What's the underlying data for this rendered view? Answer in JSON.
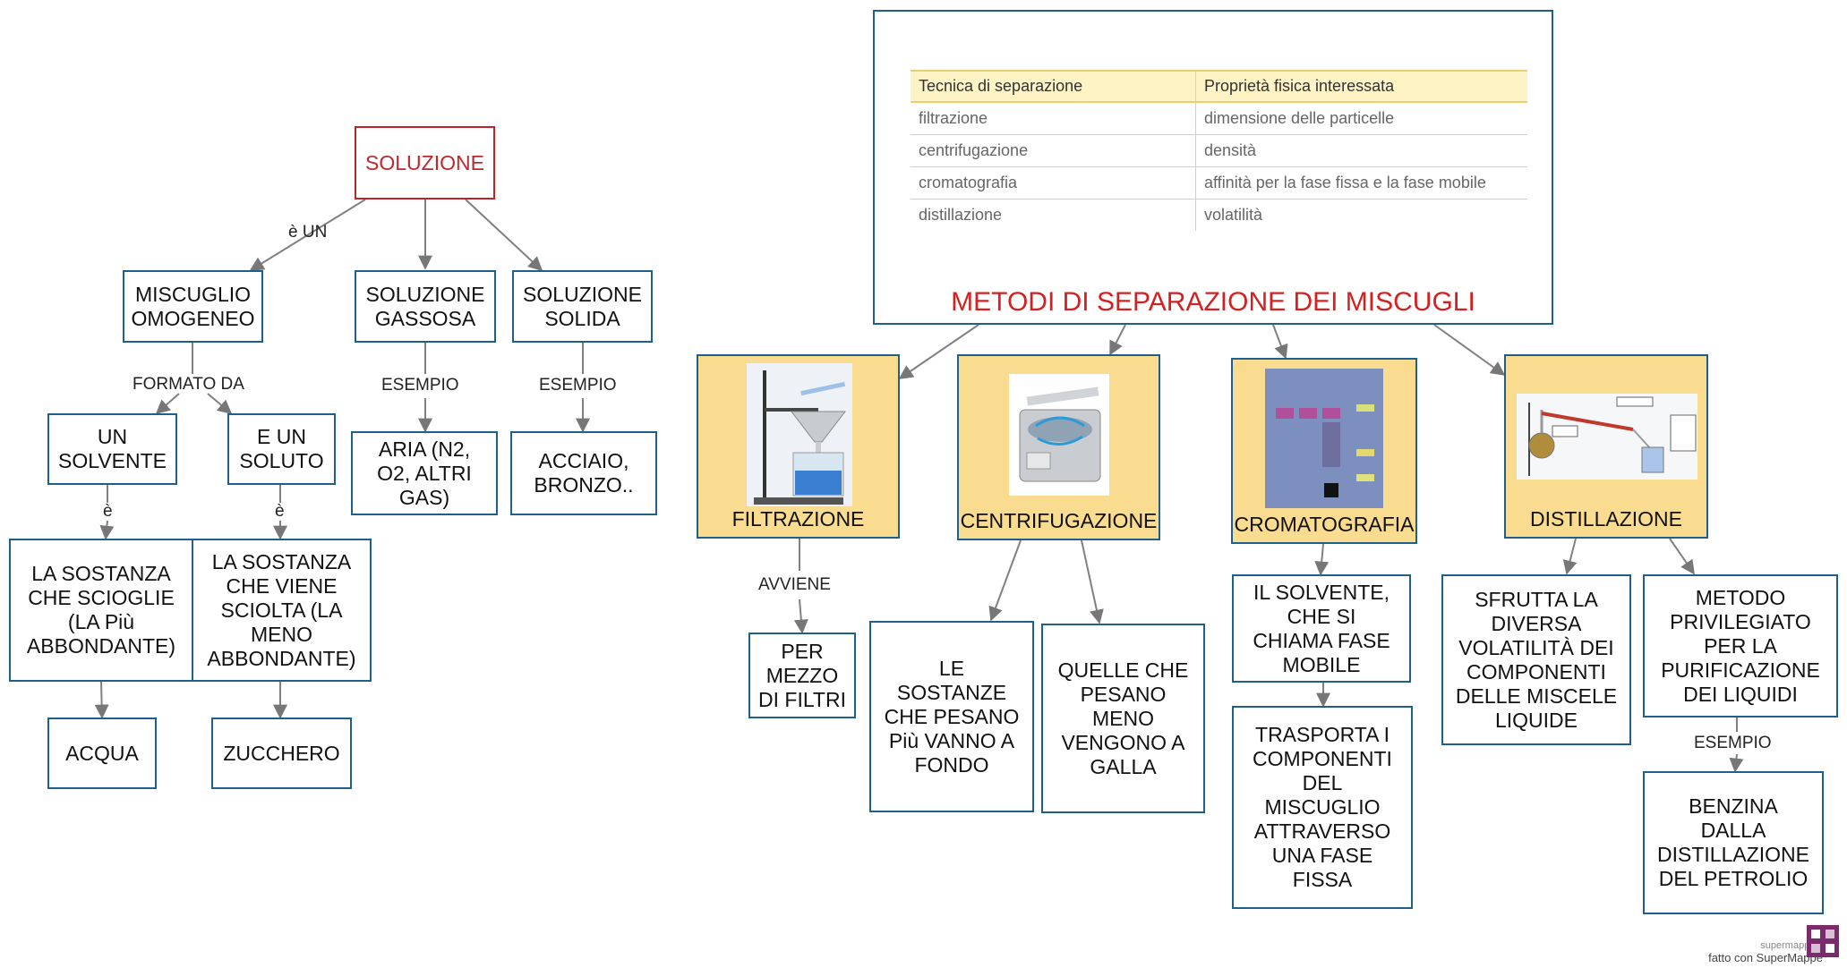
{
  "left_map": {
    "soluzione": "SOLUZIONE",
    "e_un": "è UN",
    "miscuglio": "MISCUGLIO OMOGENEO",
    "gassosa": "SOLUZIONE GASSOSA",
    "solida": "SOLUZIONE SOLIDA",
    "formato_da": "FORMATO DA",
    "esempio1": "ESEMPIO",
    "esempio2": "ESEMPIO",
    "solvente": "UN SOLVENTE",
    "soluto": "E UN SOLUTO",
    "aria": "ARIA (N2, O2, ALTRI GAS)",
    "acciaio": "ACCIAIO, BRONZO..",
    "e1": "è",
    "e2": "è",
    "sostanza_scioglie": "LA SOSTANZA CHE SCIOGLIE (LA Più ABBONDANTE)",
    "sostanza_sciolta": "LA SOSTANZA CHE VIENE SCIOLTA (LA MENO ABBONDANTE)",
    "acqua": "ACQUA",
    "zucchero": "ZUCCHERO"
  },
  "table": {
    "headers": [
      "Tecnica di separazione",
      "Proprietà fisica interessata"
    ],
    "rows": [
      [
        "filtrazione",
        "dimensione delle particelle"
      ],
      [
        "centrifugazione",
        "densità"
      ],
      [
        "cromatografia",
        "affinità per la fase fissa e la fase mobile"
      ],
      [
        "distillazione",
        "volatilità"
      ]
    ]
  },
  "right_map": {
    "title": "METODI DI SEPARAZIONE DEI MISCUGLI",
    "filtrazione": "FILTRAZIONE",
    "centrifugazione": "CENTRIFUGAZIONE",
    "cromatografia": "CROMATOGRAFIA",
    "distillazione": "DISTILLAZIONE",
    "avviene": "AVVIENE",
    "per_mezzo": "PER MEZZO DI FILTRI",
    "sostanze_fondo": "LE SOSTANZE CHE PESANO Più VANNO A FONDO",
    "galla": "QUELLE CHE PESANO MENO VENGONO A GALLA",
    "solvente_fase": "IL SOLVENTE, CHE SI CHIAMA FASE MOBILE",
    "trasporta": "TRASPORTA I COMPONENTI DEL MISCUGLIO ATTRAVERSO UNA FASE FISSA",
    "sfrutta": "SFRUTTA LA DIVERSA VOLATILITÀ DEI COMPONENTI DELLE MISCELE LIQUIDE",
    "metodo": "METODO PRIVILEGIATO PER LA PURIFICAZIONE DEI LIQUIDI",
    "esempio3": "ESEMPIO",
    "benzina": "BENZINA DALLA DISTILLAZIONE DEL PETROLIO"
  },
  "footer": {
    "site": "supermappe.it",
    "made_with": "fatto con SuperMappe"
  },
  "colors": {
    "border": "#1f5f8b",
    "title_red": "#d42020",
    "panel_yellow": "#f9dc8f"
  }
}
